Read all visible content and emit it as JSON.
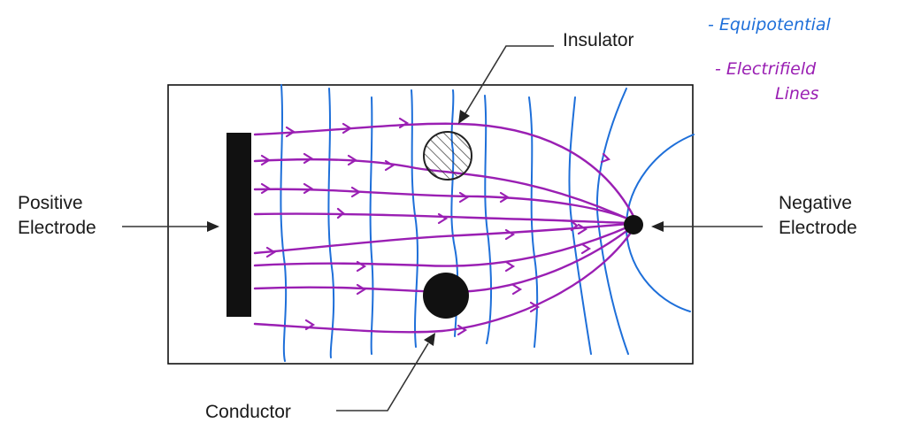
{
  "labels": {
    "insulator": "Insulator",
    "positive_line1": "Positive",
    "positive_line2": "Electrode",
    "negative_line1": "Negative",
    "negative_line2": "Electrode",
    "conductor": "Conductor"
  },
  "legend": {
    "equipotential": "- Equipotential",
    "field_line1": "- Electrifield",
    "field_line2": "Lines"
  },
  "colors": {
    "equipotential": "#1e6fd9",
    "field_lines": "#9a1fb3",
    "ink": "#111111"
  }
}
